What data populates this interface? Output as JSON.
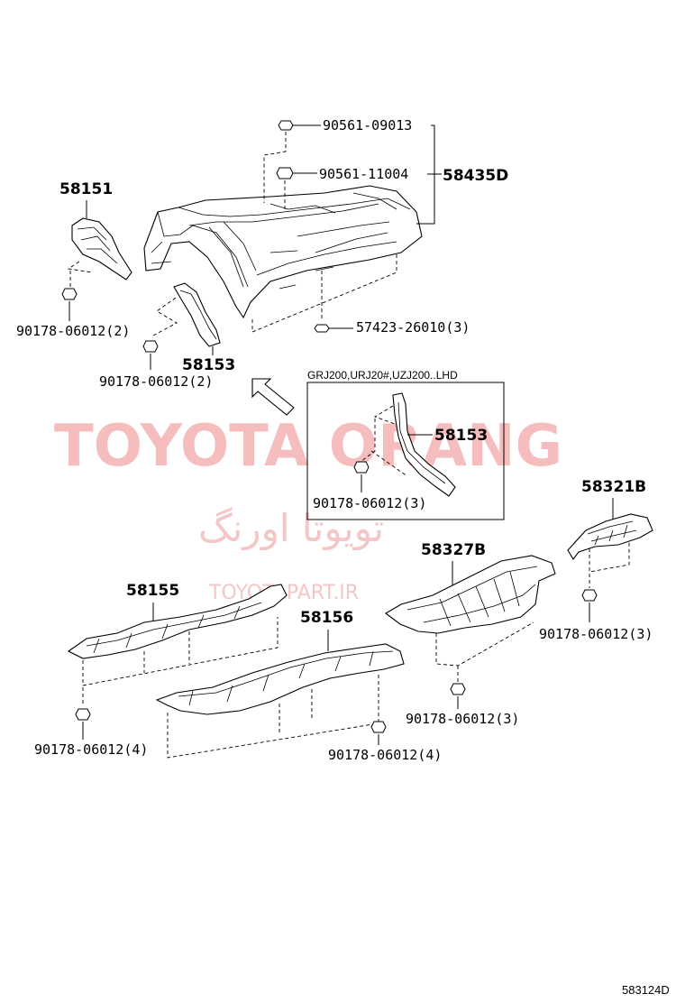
{
  "labels": {
    "p58151": "58151",
    "p58435d": "58435D",
    "p90561_09013": "90561-09013",
    "p90561_11004": "90561-11004",
    "p57423": "57423-26010(3)",
    "p90178_a": "90178-06012(2)",
    "p58153_a": "58153",
    "p90178_b": "90178-06012(2)",
    "inset_title": "GRJ200,URJ20#,UZJ200..LHD",
    "p58153_b": "58153",
    "p90178_c": "90178-06012(3)",
    "p58321b": "58321B",
    "p58327b": "58327B",
    "p58155": "58155",
    "p58156": "58156",
    "p90178_d": "90178-06012(3)",
    "p90178_e": "90178-06012(3)",
    "p90178_f": "90178-06012(4)",
    "p90178_g": "90178-06012(4)",
    "diagram_code": "583124D"
  },
  "watermark": {
    "brand": "TOYOTA ORANG",
    "persian": "تویوتا اورنگ",
    "url": "TOYOTAPART.IR",
    "color": "#f2a7a7"
  }
}
